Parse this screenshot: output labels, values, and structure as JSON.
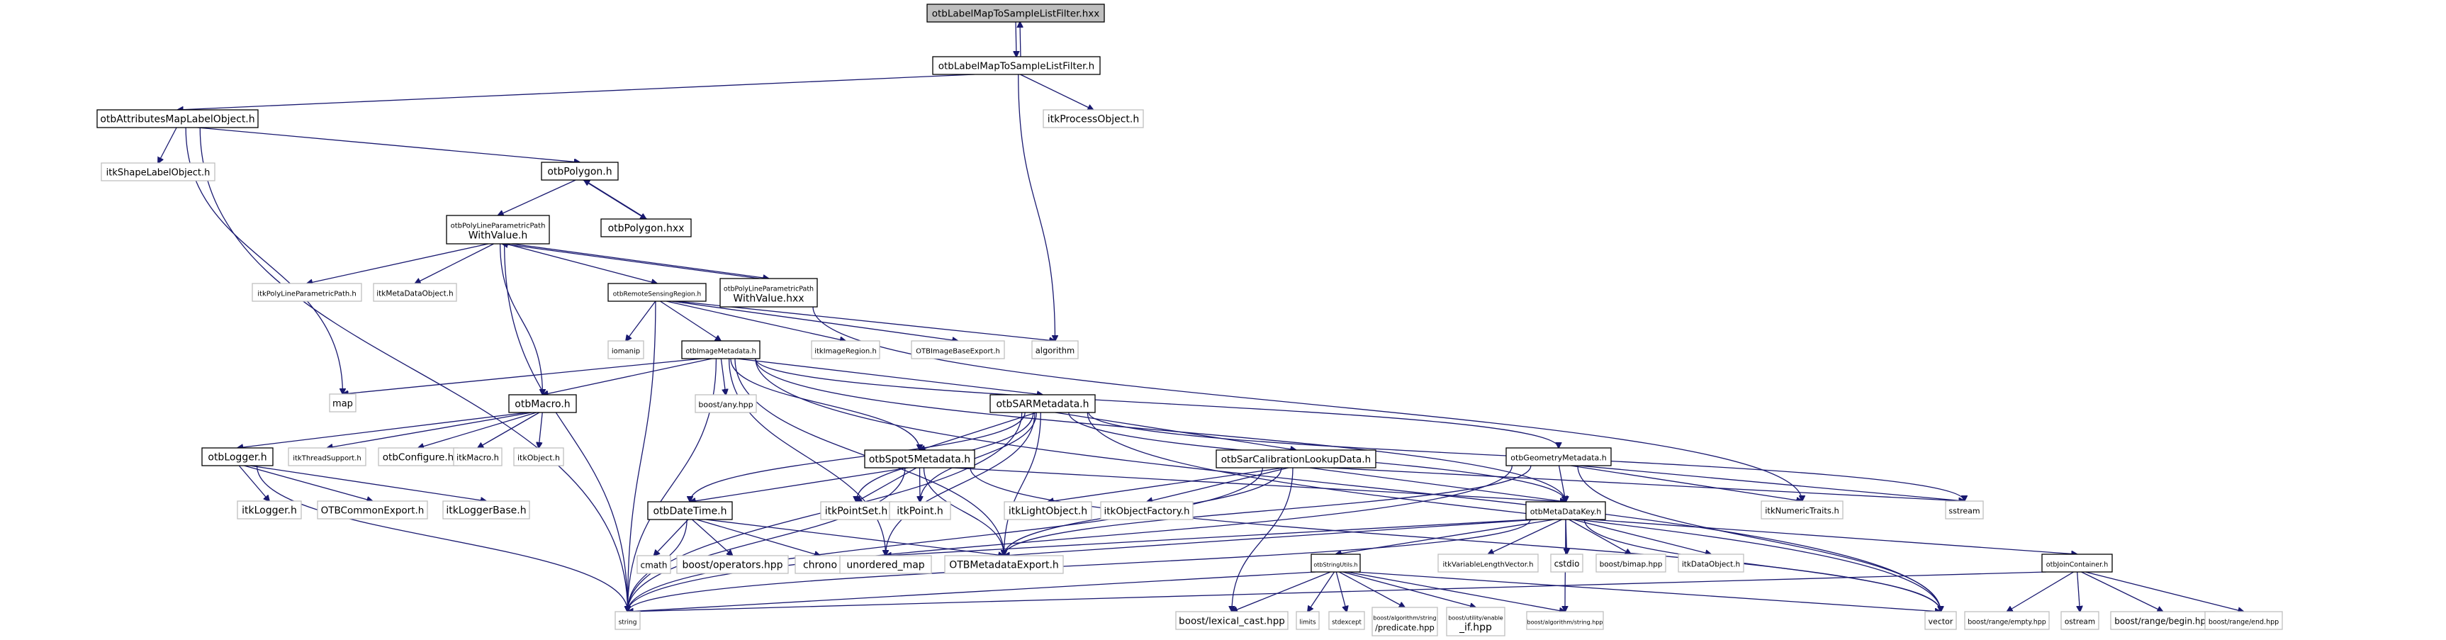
{
  "title": "otbLabelMapToSampleListFilter.hxx include dependency graph",
  "colors": {
    "edge": "#191970",
    "root_fill": "#bfbfbf",
    "documented_border": "#000000",
    "external_border": "#bfbfbf"
  },
  "nodes": [
    {
      "id": "root",
      "label": [
        "otbLabelMapToSampleListFilter.hxx"
      ],
      "kind": "root"
    },
    {
      "id": "lmslf_h",
      "label": [
        "otbLabelMapToSampleListFilter.h"
      ],
      "kind": "doc"
    },
    {
      "id": "attrmap",
      "label": [
        "otbAttributesMapLabelObject.h"
      ],
      "kind": "doc"
    },
    {
      "id": "itkprocobj",
      "label": [
        "itkProcessObject.h"
      ],
      "kind": "ext"
    },
    {
      "id": "itkshapelabel",
      "label": [
        "itkShapeLabelObject.h"
      ],
      "kind": "ext"
    },
    {
      "id": "polygon_h",
      "label": [
        "otbPolygon.h"
      ],
      "kind": "doc"
    },
    {
      "id": "polyline_h",
      "label": [
        "otbPolyLineParametricPath",
        "WithValue.h"
      ],
      "kind": "doc"
    },
    {
      "id": "polygon_hxx",
      "label": [
        "otbPolygon.hxx"
      ],
      "kind": "doc"
    },
    {
      "id": "itkpolyline",
      "label": [
        "itkPolyLineParametricPath.h"
      ],
      "kind": "ext"
    },
    {
      "id": "itkmetadataobj",
      "label": [
        "itkMetaDataObject.h"
      ],
      "kind": "ext"
    },
    {
      "id": "rsregion",
      "label": [
        "otbRemoteSensingRegion.h"
      ],
      "kind": "doc"
    },
    {
      "id": "polyline_hxx",
      "label": [
        "otbPolyLineParametricPath",
        "WithValue.hxx"
      ],
      "kind": "doc"
    },
    {
      "id": "iomanip",
      "label": [
        "iomanip"
      ],
      "kind": "ext"
    },
    {
      "id": "imgmeta",
      "label": [
        "otbImageMetadata.h"
      ],
      "kind": "doc"
    },
    {
      "id": "itkimgregion",
      "label": [
        "itkImageRegion.h"
      ],
      "kind": "ext"
    },
    {
      "id": "otbimgbaseexp",
      "label": [
        "OTBImageBaseExport.h"
      ],
      "kind": "ext"
    },
    {
      "id": "algorithm",
      "label": [
        "algorithm"
      ],
      "kind": "ext"
    },
    {
      "id": "map",
      "label": [
        "map"
      ],
      "kind": "ext"
    },
    {
      "id": "macro",
      "label": [
        "otbMacro.h"
      ],
      "kind": "doc"
    },
    {
      "id": "boostany",
      "label": [
        "boost/any.hpp"
      ],
      "kind": "ext"
    },
    {
      "id": "sarmeta",
      "label": [
        "otbSARMetadata.h"
      ],
      "kind": "doc"
    },
    {
      "id": "geommeta",
      "label": [
        "otbGeometryMetadata.h"
      ],
      "kind": "doc"
    },
    {
      "id": "logger",
      "label": [
        "otbLogger.h"
      ],
      "kind": "doc"
    },
    {
      "id": "itkthread",
      "label": [
        "itkThreadSupport.h"
      ],
      "kind": "ext"
    },
    {
      "id": "otbconfigure",
      "label": [
        "otbConfigure.h"
      ],
      "kind": "ext"
    },
    {
      "id": "itkmacro",
      "label": [
        "itkMacro.h"
      ],
      "kind": "ext"
    },
    {
      "id": "itkobject",
      "label": [
        "itkObject.h"
      ],
      "kind": "ext"
    },
    {
      "id": "spot5",
      "label": [
        "otbSpot5Metadata.h"
      ],
      "kind": "doc"
    },
    {
      "id": "sarcalib",
      "label": [
        "otbSarCalibrationLookupData.h"
      ],
      "kind": "doc"
    },
    {
      "id": "itklogger",
      "label": [
        "itkLogger.h"
      ],
      "kind": "ext"
    },
    {
      "id": "otbcommonexp",
      "label": [
        "OTBCommonExport.h"
      ],
      "kind": "ext"
    },
    {
      "id": "itkloggerbase",
      "label": [
        "itkLoggerBase.h"
      ],
      "kind": "ext"
    },
    {
      "id": "datetime",
      "label": [
        "otbDateTime.h"
      ],
      "kind": "doc"
    },
    {
      "id": "itkpointset",
      "label": [
        "itkPointSet.h"
      ],
      "kind": "ext"
    },
    {
      "id": "itkpoint",
      "label": [
        "itkPoint.h"
      ],
      "kind": "ext"
    },
    {
      "id": "itklightobj",
      "label": [
        "itkLightObject.h"
      ],
      "kind": "ext"
    },
    {
      "id": "itkobjfactory",
      "label": [
        "itkObjectFactory.h"
      ],
      "kind": "ext"
    },
    {
      "id": "metadatakey",
      "label": [
        "otbMetaDataKey.h"
      ],
      "kind": "doc"
    },
    {
      "id": "itknumtraits",
      "label": [
        "itkNumericTraits.h"
      ],
      "kind": "ext"
    },
    {
      "id": "sstream",
      "label": [
        "sstream"
      ],
      "kind": "ext"
    },
    {
      "id": "cmath",
      "label": [
        "cmath"
      ],
      "kind": "ext"
    },
    {
      "id": "boostops",
      "label": [
        "boost/operators.hpp"
      ],
      "kind": "ext"
    },
    {
      "id": "chrono",
      "label": [
        "chrono"
      ],
      "kind": "ext"
    },
    {
      "id": "unorderedmap",
      "label": [
        "unordered_map"
      ],
      "kind": "ext"
    },
    {
      "id": "otbmetaexp",
      "label": [
        "OTBMetadataExport.h"
      ],
      "kind": "ext"
    },
    {
      "id": "stringutils",
      "label": [
        "otbStringUtils.h"
      ],
      "kind": "doc"
    },
    {
      "id": "itkvarlen",
      "label": [
        "itkVariableLengthVector.h"
      ],
      "kind": "ext"
    },
    {
      "id": "cstdio",
      "label": [
        "cstdio"
      ],
      "kind": "ext"
    },
    {
      "id": "boostbimap",
      "label": [
        "boost/bimap.hpp"
      ],
      "kind": "ext"
    },
    {
      "id": "itkdataobj",
      "label": [
        "itkDataObject.h"
      ],
      "kind": "ext"
    },
    {
      "id": "joincontainer",
      "label": [
        "otbJoinContainer.h"
      ],
      "kind": "doc"
    },
    {
      "id": "string",
      "label": [
        "string"
      ],
      "kind": "ext"
    },
    {
      "id": "lexicalcast",
      "label": [
        "boost/lexical_cast.hpp"
      ],
      "kind": "ext"
    },
    {
      "id": "limits",
      "label": [
        "limits"
      ],
      "kind": "ext"
    },
    {
      "id": "stdexcept",
      "label": [
        "stdexcept"
      ],
      "kind": "ext"
    },
    {
      "id": "predicate",
      "label": [
        "boost/algorithm/string",
        "/predicate.hpp"
      ],
      "kind": "ext"
    },
    {
      "id": "enableif",
      "label": [
        "boost/utility/enable",
        "_if.hpp"
      ],
      "kind": "ext"
    },
    {
      "id": "algostring",
      "label": [
        "boost/algorithm/string.hpp"
      ],
      "kind": "ext"
    },
    {
      "id": "vector",
      "label": [
        "vector"
      ],
      "kind": "ext"
    },
    {
      "id": "rangeempty",
      "label": [
        "boost/range/empty.hpp"
      ],
      "kind": "ext"
    },
    {
      "id": "ostream",
      "label": [
        "ostream"
      ],
      "kind": "ext"
    },
    {
      "id": "rangebegin",
      "label": [
        "boost/range/begin.hpp"
      ],
      "kind": "ext"
    },
    {
      "id": "rangeend",
      "label": [
        "boost/range/end.hpp"
      ],
      "kind": "ext"
    }
  ],
  "edges": [
    [
      "root",
      "lmslf_h"
    ],
    [
      "lmslf_h",
      "root"
    ],
    [
      "lmslf_h",
      "attrmap"
    ],
    [
      "lmslf_h",
      "itkprocobj"
    ],
    [
      "lmslf_h",
      "algorithm"
    ],
    [
      "attrmap",
      "itkshapelabel"
    ],
    [
      "attrmap",
      "polygon_h"
    ],
    [
      "attrmap",
      "map"
    ],
    [
      "attrmap",
      "string"
    ],
    [
      "polygon_h",
      "polyline_h"
    ],
    [
      "polygon_h",
      "polygon_hxx"
    ],
    [
      "polygon_hxx",
      "polygon_h"
    ],
    [
      "polyline_h",
      "itkpolyline"
    ],
    [
      "polyline_h",
      "itkmetadataobj"
    ],
    [
      "polyline_h",
      "rsregion"
    ],
    [
      "polyline_h",
      "polyline_hxx"
    ],
    [
      "polyline_h",
      "macro"
    ],
    [
      "polyline_h",
      "string"
    ],
    [
      "polyline_hxx",
      "polyline_h"
    ],
    [
      "polyline_hxx",
      "itknumtraits"
    ],
    [
      "rsregion",
      "iomanip"
    ],
    [
      "rsregion",
      "imgmeta"
    ],
    [
      "rsregion",
      "itkimgregion"
    ],
    [
      "rsregion",
      "otbimgbaseexp"
    ],
    [
      "rsregion",
      "algorithm"
    ],
    [
      "rsregion",
      "string"
    ],
    [
      "imgmeta",
      "map"
    ],
    [
      "imgmeta",
      "macro"
    ],
    [
      "imgmeta",
      "boostany"
    ],
    [
      "imgmeta",
      "sarmeta"
    ],
    [
      "imgmeta",
      "spot5"
    ],
    [
      "imgmeta",
      "geommeta"
    ],
    [
      "imgmeta",
      "metadatakey"
    ],
    [
      "imgmeta",
      "otbmetaexp"
    ],
    [
      "imgmeta",
      "vector"
    ],
    [
      "imgmeta",
      "string"
    ],
    [
      "imgmeta",
      "unorderedmap"
    ],
    [
      "macro",
      "logger"
    ],
    [
      "macro",
      "itkthread"
    ],
    [
      "macro",
      "otbconfigure"
    ],
    [
      "macro",
      "itkmacro"
    ],
    [
      "macro",
      "itkobject"
    ],
    [
      "logger",
      "itklogger"
    ],
    [
      "logger",
      "otbcommonexp"
    ],
    [
      "logger",
      "itkloggerbase"
    ],
    [
      "logger",
      "string"
    ],
    [
      "sarmeta",
      "spot5"
    ],
    [
      "sarmeta",
      "sarcalib"
    ],
    [
      "sarmeta",
      "itkpointset"
    ],
    [
      "sarmeta",
      "itkpoint"
    ],
    [
      "sarmeta",
      "datetime"
    ],
    [
      "sarmeta",
      "otbmetaexp"
    ],
    [
      "sarmeta",
      "metadatakey"
    ],
    [
      "sarmeta",
      "string"
    ],
    [
      "sarmeta",
      "vector"
    ],
    [
      "sarmeta",
      "sstream"
    ],
    [
      "sarmeta",
      "unorderedmap"
    ],
    [
      "spot5",
      "itkpointset"
    ],
    [
      "spot5",
      "itkpoint"
    ],
    [
      "spot5",
      "datetime"
    ],
    [
      "spot5",
      "otbmetaexp"
    ],
    [
      "spot5",
      "metadatakey"
    ],
    [
      "spot5",
      "string"
    ],
    [
      "spot5",
      "vector"
    ],
    [
      "sarcalib",
      "itklightobj"
    ],
    [
      "sarcalib",
      "itkobjfactory"
    ],
    [
      "sarcalib",
      "metadatakey"
    ],
    [
      "sarcalib",
      "otbmetaexp"
    ],
    [
      "sarcalib",
      "lexicalcast"
    ],
    [
      "sarcalib",
      "string"
    ],
    [
      "sarcalib",
      "sstream"
    ],
    [
      "geommeta",
      "metadatakey"
    ],
    [
      "geommeta",
      "otbmetaexp"
    ],
    [
      "geommeta",
      "itknumtraits"
    ],
    [
      "geommeta",
      "sstream"
    ],
    [
      "geommeta",
      "string"
    ],
    [
      "geommeta",
      "vector"
    ],
    [
      "datetime",
      "cmath"
    ],
    [
      "datetime",
      "boostops"
    ],
    [
      "datetime",
      "chrono"
    ],
    [
      "datetime",
      "otbmetaexp"
    ],
    [
      "datetime",
      "string"
    ],
    [
      "metadatakey",
      "stringutils"
    ],
    [
      "metadatakey",
      "itkvarlen"
    ],
    [
      "metadatakey",
      "cstdio"
    ],
    [
      "metadatakey",
      "boostbimap"
    ],
    [
      "metadatakey",
      "itkdataobj"
    ],
    [
      "metadatakey",
      "joincontainer"
    ],
    [
      "metadatakey",
      "otbmetaexp"
    ],
    [
      "metadatakey",
      "unorderedmap"
    ],
    [
      "metadatakey",
      "string"
    ],
    [
      "metadatakey",
      "vector"
    ],
    [
      "metadatakey",
      "algostring"
    ],
    [
      "stringutils",
      "lexicalcast"
    ],
    [
      "stringutils",
      "limits"
    ],
    [
      "stringutils",
      "stdexcept"
    ],
    [
      "stringutils",
      "predicate"
    ],
    [
      "stringutils",
      "enableif"
    ],
    [
      "stringutils",
      "algostring"
    ],
    [
      "stringutils",
      "vector"
    ],
    [
      "stringutils",
      "string"
    ],
    [
      "joincontainer",
      "rangeempty"
    ],
    [
      "joincontainer",
      "ostream"
    ],
    [
      "joincontainer",
      "rangebegin"
    ],
    [
      "joincontainer",
      "rangeend"
    ],
    [
      "joincontainer",
      "string"
    ]
  ]
}
